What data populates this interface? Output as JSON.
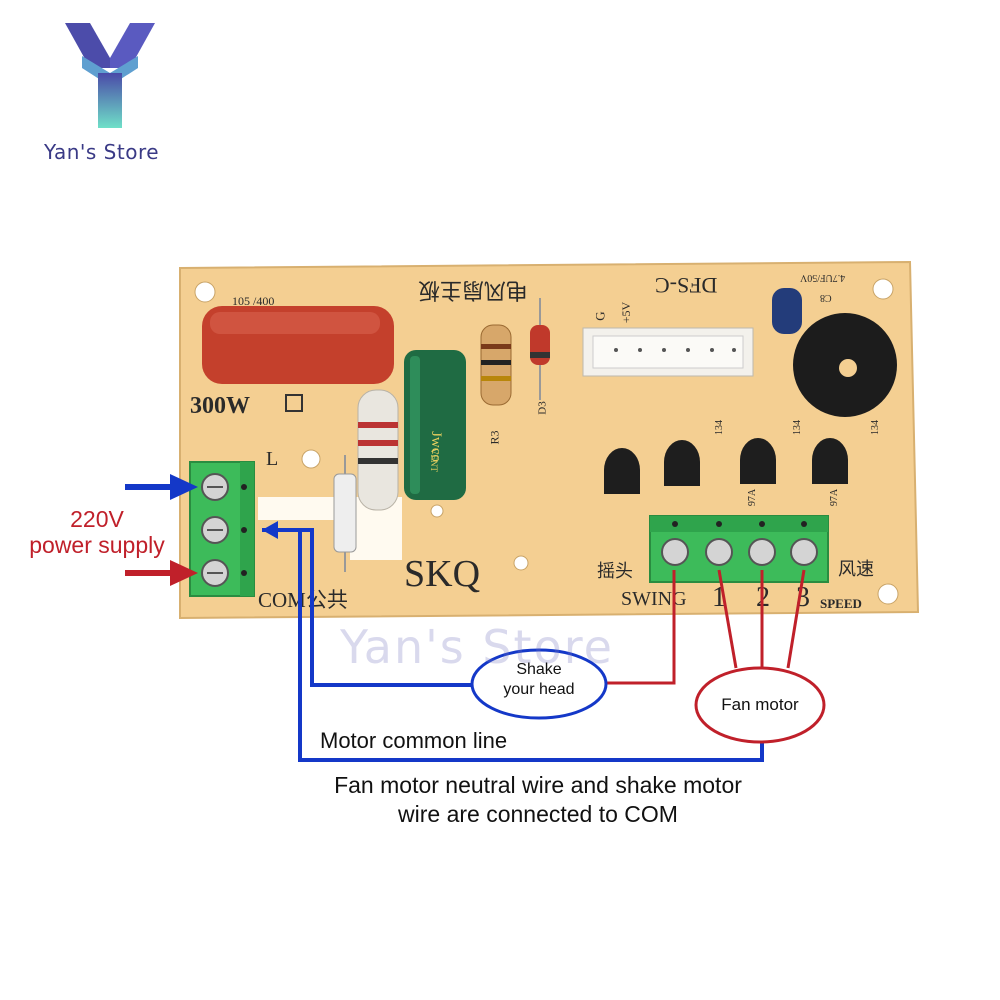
{
  "brand": {
    "name": "Yan's Store",
    "watermark": "Yan's Store",
    "logo_icon": "yan-store-logo-icon"
  },
  "board": {
    "title_cn": "电风扇主板",
    "model": "DFS-C",
    "cap_rating": "105 /400",
    "power_rating": "300W",
    "brand_mark": "SKQ",
    "com_label": "COM公共",
    "swing_label_cn": "摇头",
    "speed_label_cn": "风速",
    "swing_label": "SWING",
    "speed_label": "SPEED",
    "speed_numbers": [
      "1",
      "2",
      "3"
    ],
    "connector_labels": [
      "G",
      "+5V"
    ],
    "capacitor_label": "4.7UF/50V",
    "cap_code": "C8",
    "resistor_label": "R3",
    "diode_label": "D3",
    "cap_brand": "Jwco",
    "cap_vent": "VENT",
    "terminal_mark_l": "L",
    "triac_code": "134",
    "triac_part": "97A"
  },
  "annotations": {
    "power_supply_line1": "220V",
    "power_supply_line2": "power supply",
    "shake_head_line1": "Shake",
    "shake_head_line2": "your head",
    "fan_motor": "Fan motor",
    "motor_common": "Motor common line",
    "caption_line1": "Fan motor neutral wire and shake motor",
    "caption_line2": "wire are connected to COM"
  },
  "colors": {
    "blue_wire": "#1438c8",
    "red_wire": "#c0202a",
    "pcb": "#f4cf92",
    "terminal": "#3dbb5a"
  }
}
